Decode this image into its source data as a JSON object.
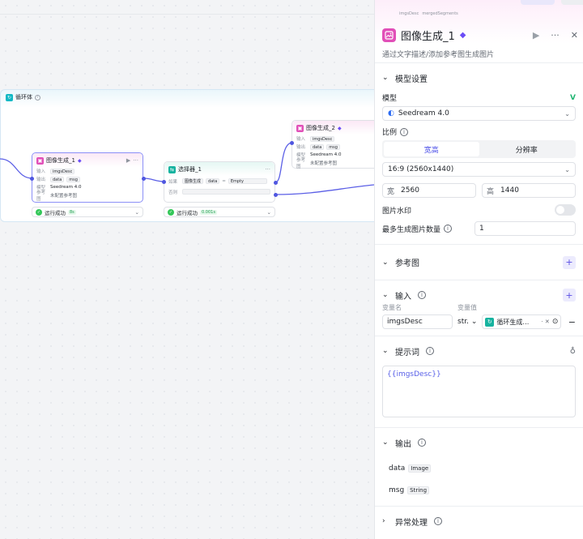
{
  "canvas": {
    "loop": {
      "title": "循环体"
    },
    "node1": {
      "title": "图像生成_1",
      "input_label": "输入",
      "input_var": "imgsDesc",
      "output_label": "输出",
      "out1": "data",
      "out2": "msg",
      "model_label": "模型",
      "model": "Seedream 4.0",
      "ref_label": "参考图",
      "ref_value": "未配置参考图"
    },
    "node2": {
      "title": "选择器_1",
      "cond_label": "如果",
      "cond_a": "图像生成",
      "cond_b": "data",
      "cond_c": "Empty",
      "else_label": "否则"
    },
    "node3": {
      "title": "图像生成_2",
      "input_label": "输入",
      "input_var": "imgsDesc",
      "output_label": "输出",
      "out1": "data",
      "out2": "msg",
      "model_label": "模型",
      "model": "Seedream 4.0",
      "ref_label": "参考图",
      "ref_value": "未配置参考图"
    },
    "status1": {
      "text": "运行成功",
      "tag": "8s"
    },
    "status2": {
      "text": "运行成功",
      "tag": "0.001s"
    },
    "top_crumbs": [
      "imgsDesc",
      "mergedSegments"
    ]
  },
  "panel": {
    "title": "图像生成_1",
    "description": "通过文字描述/添加参考图生成图片",
    "model_section": {
      "heading": "模型设置",
      "model_label": "模型",
      "model_value": "Seedream 4.0",
      "ratio_label": "比例",
      "tabs": [
        "宽高",
        "分辨率"
      ],
      "ratio_value": "16:9 (2560x1440)",
      "width_prefix": "宽",
      "width_value": "2560",
      "height_prefix": "高",
      "height_value": "1440",
      "watermark_label": "图片水印",
      "watermark_on": false,
      "max_count_label": "最多生成图片数量",
      "max_count_value": "1"
    },
    "ref_section": {
      "heading": "参考图"
    },
    "input_section": {
      "heading": "输入",
      "col_name": "变量名",
      "col_value": "变量值",
      "var_name": "imgsDesc",
      "var_type": "str.",
      "var_ref": "循环生成…"
    },
    "prompt_section": {
      "heading": "提示词",
      "content": "{{imgsDesc}}"
    },
    "output_section": {
      "heading": "输出",
      "outputs": [
        {
          "name": "data",
          "type": "Image"
        },
        {
          "name": "msg",
          "type": "String"
        }
      ]
    },
    "error_section": {
      "heading": "异常处理"
    }
  },
  "colors": {
    "accent": "#4e52e8",
    "node_pink": "#e14fb8",
    "success": "#34c759"
  }
}
